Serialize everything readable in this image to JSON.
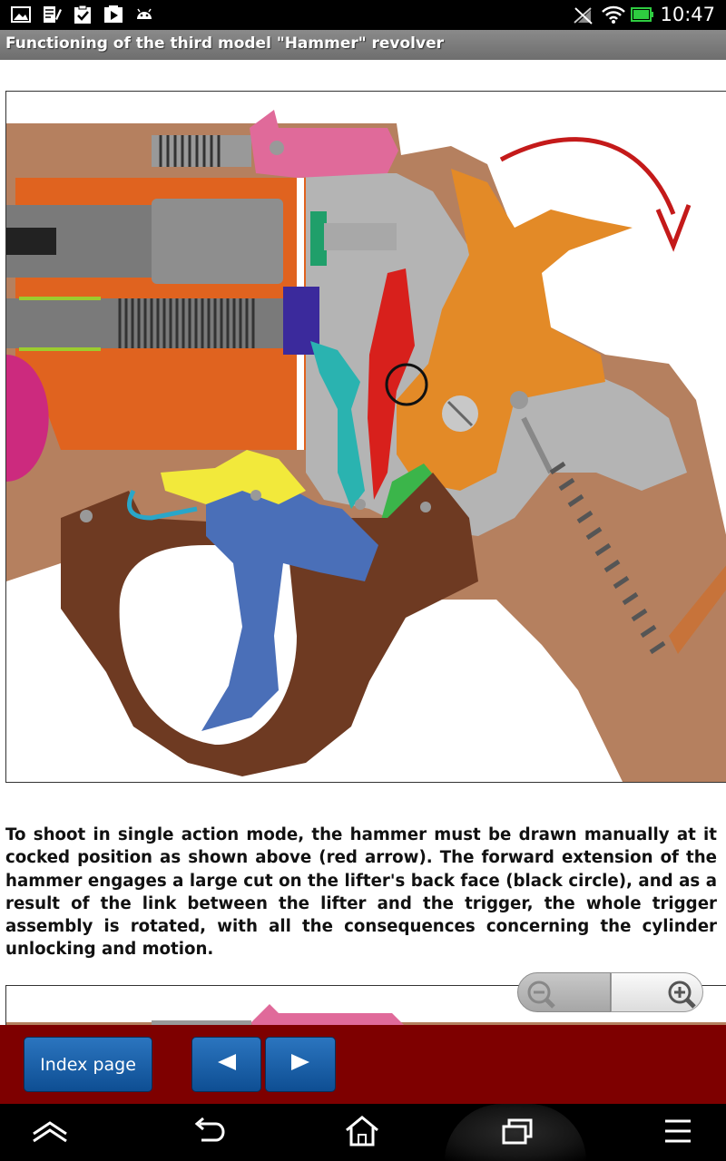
{
  "status_bar": {
    "time": "10:47",
    "left_icons": [
      "gallery-icon",
      "notes-icon",
      "clipboard-check-icon",
      "play-store-icon",
      "android-icon"
    ],
    "right_icons": [
      "mute-icon",
      "wifi-icon",
      "battery-icon"
    ]
  },
  "title_bar": {
    "title": "Functioning of the third model \"Hammer\" revolver"
  },
  "content": {
    "description": "To shoot in single action mode, the hammer must be drawn manually at it cocked position as shown above (red arrow). The forward extension of the hammer engages a large cut on the lifter's back face (black circle), and as a result of the link between the lifter and the trigger, the whole trigger assembly is rotated, with all the consequences concerning the cylinder unlocking and motion."
  },
  "zoom": {
    "out_icon": "zoom-out-icon",
    "in_icon": "zoom-in-icon"
  },
  "nav_bar": {
    "index_label": "Index page",
    "prev_icon": "left-triangle-icon",
    "next_icon": "right-triangle-icon"
  },
  "system_nav": {
    "icons": [
      "collapse-icon",
      "back-icon",
      "home-icon",
      "recents-icon",
      "menu-icon"
    ]
  },
  "colors": {
    "nav_bar": "#7e0000",
    "button": "#1a5fa8",
    "title_bar": "#7a7a7a"
  }
}
